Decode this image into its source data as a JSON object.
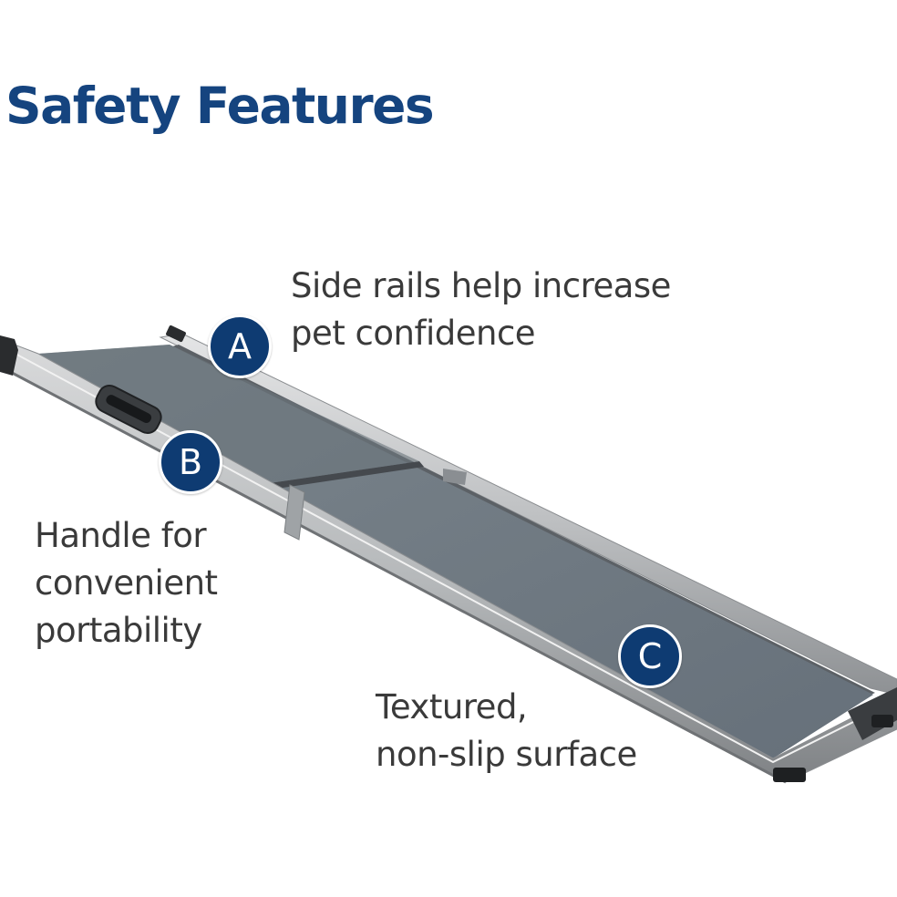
{
  "title": "Safety Features",
  "colors": {
    "title": "#15447f",
    "badge": "#0e3b72",
    "callout_text": "#3a3a3a",
    "ramp_surface": "#707a80",
    "ramp_rail": "#c2c4c6"
  },
  "features": [
    {
      "badge": "A",
      "lines": [
        "Side rails help increase",
        "pet confidence"
      ]
    },
    {
      "badge": "B",
      "lines": [
        "Handle for",
        "convenient",
        "portability"
      ]
    },
    {
      "badge": "C",
      "lines": [
        "Textured,",
        "non-slip surface"
      ]
    }
  ],
  "image": {
    "subject": "ramp-photo"
  }
}
